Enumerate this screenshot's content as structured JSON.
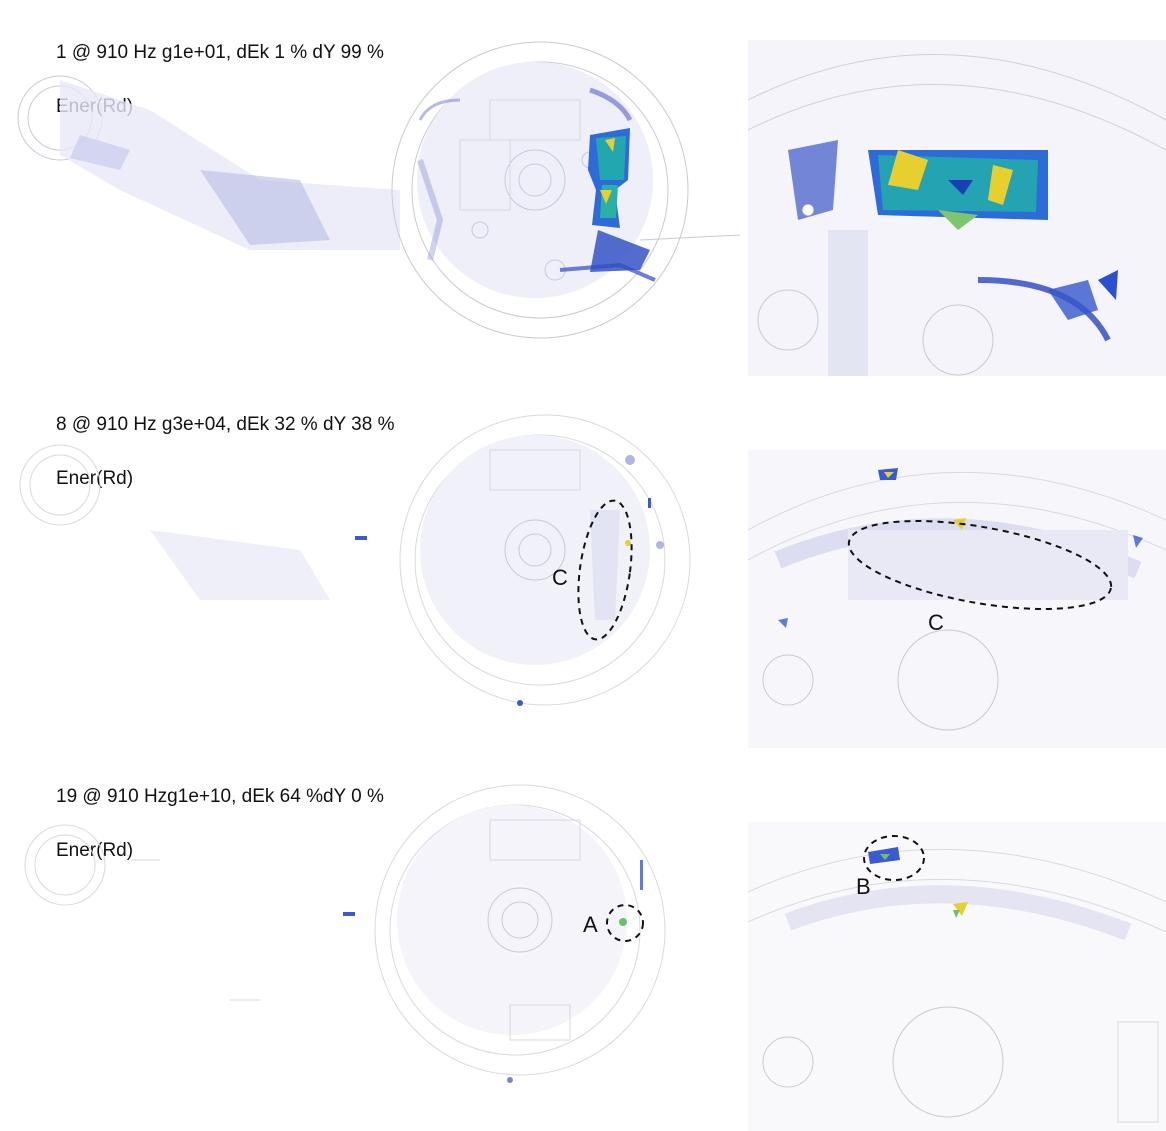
{
  "panels": [
    {
      "id": "mode1",
      "title_line1": "1 @ 910 Hz g1e+01, dEk 1 % dY 99 %",
      "title_line2": "Ener(Rd)",
      "callouts": []
    },
    {
      "id": "mode8",
      "title_line1": "8 @ 910 Hz g3e+04, dEk 32 % dY 38 %",
      "title_line2": "Ener(Rd)",
      "callouts": [
        {
          "label": "C",
          "view": "overview"
        },
        {
          "label": "C",
          "view": "zoom"
        }
      ]
    },
    {
      "id": "mode19",
      "title_line1": "19 @ 910 Hzg1e+10, dEk 64 %dY 0 %",
      "title_line2": "Ener(Rd)",
      "callouts": [
        {
          "label": "A",
          "view": "overview"
        },
        {
          "label": "B",
          "view": "zoom"
        }
      ]
    }
  ],
  "colors": {
    "energy_low": "#d9daf2",
    "energy_mid": "#3c5fd0",
    "energy_high": "#1fa6b8",
    "energy_peak": "#e6cf2e",
    "energy_green": "#6fbf6a",
    "wireframe": "#c9c9d6"
  }
}
